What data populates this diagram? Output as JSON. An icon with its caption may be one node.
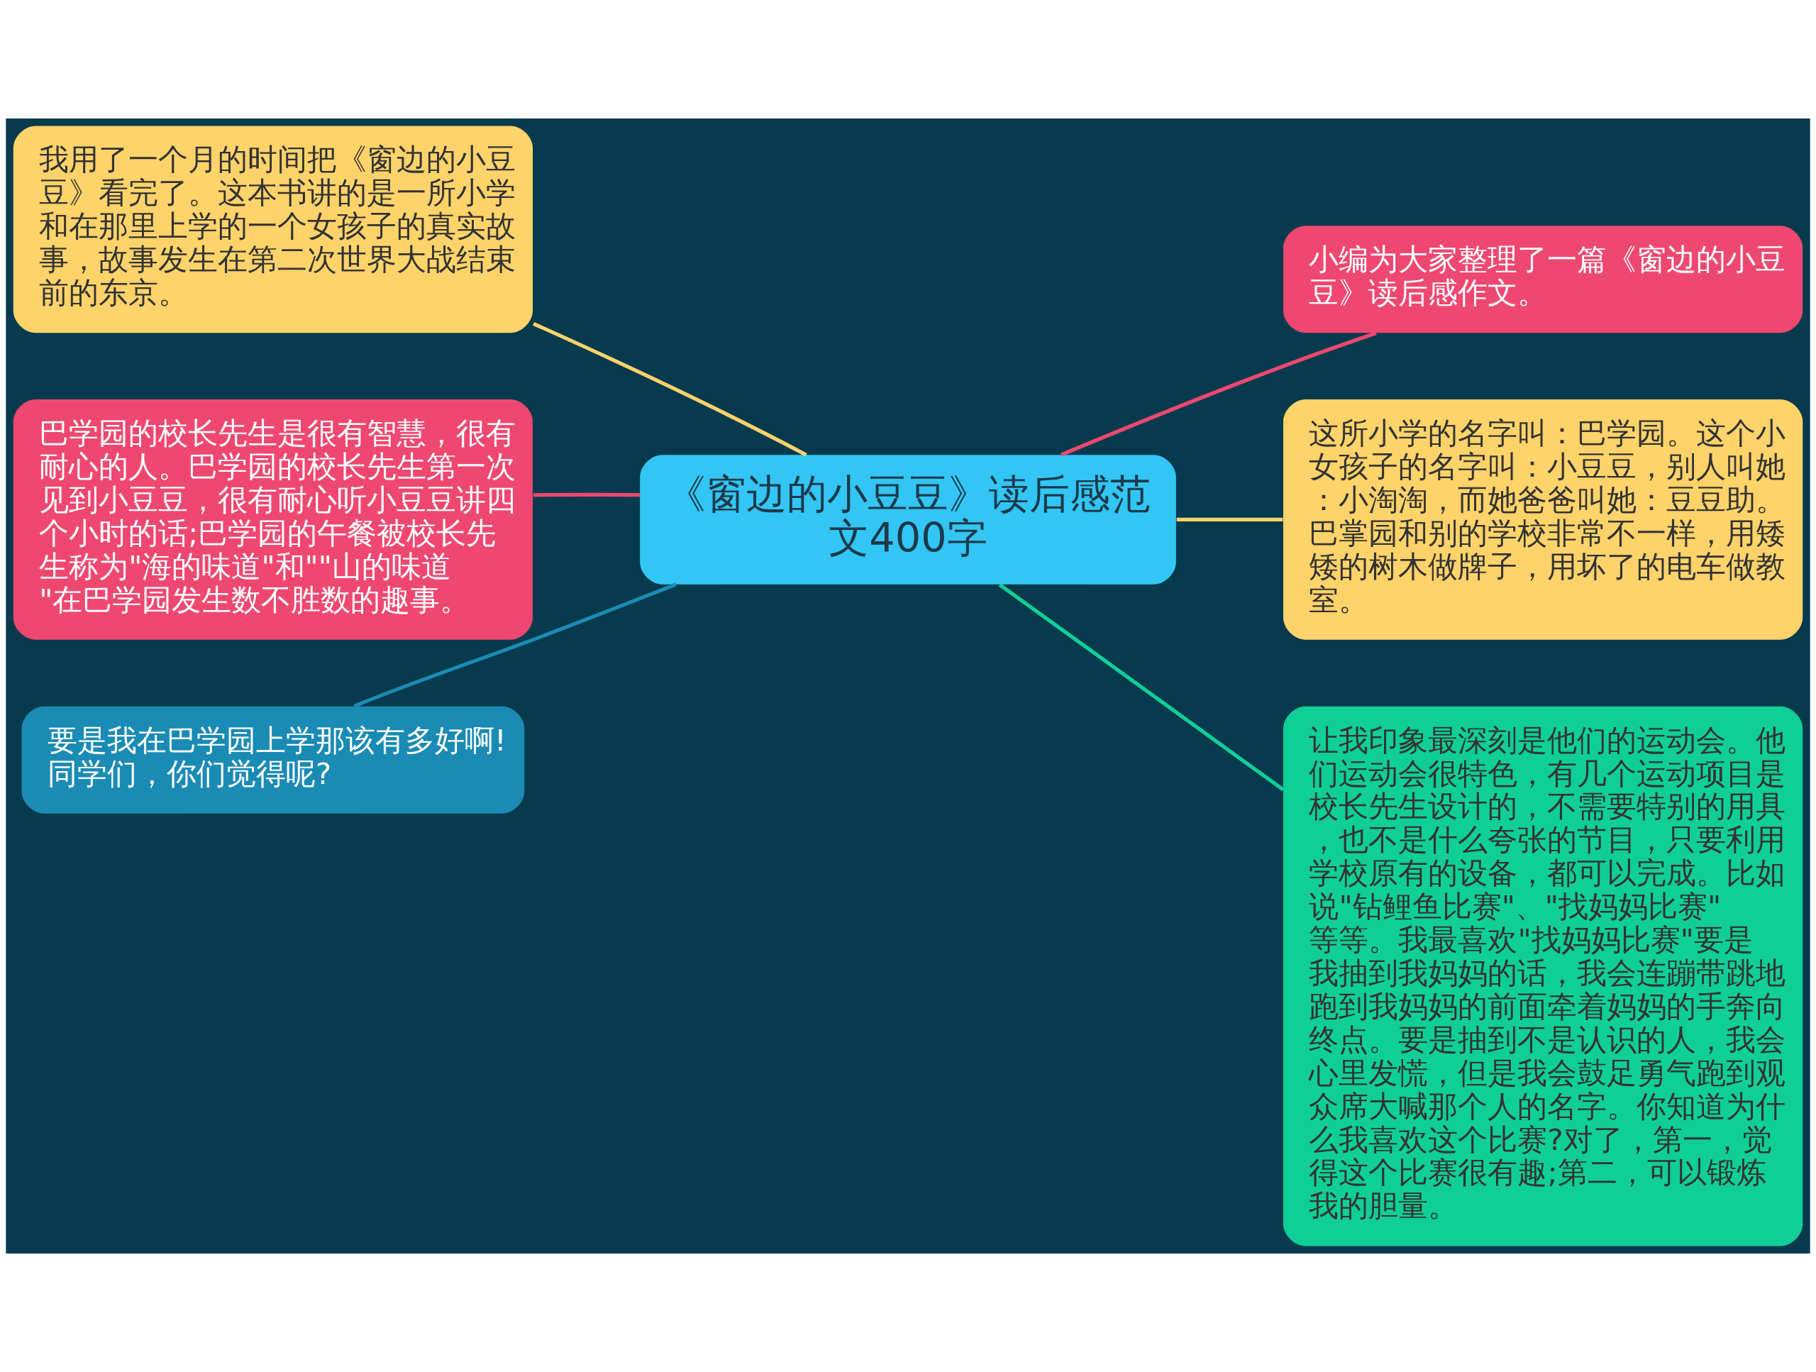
{
  "diagram": {
    "nodes": [
      {
        "text": [
          "《窗边的小豆豆》读后感范文400字"
        ]
      },
      {
        "text": [
          "我用了一个月的时间把《窗边的小豆豆》看完了。这本书讲的是一所小学和在那里上学的一个女孩子的真实故事，故事发生在第二次世界大战结束前的东京。"
        ]
      },
      {
        "text": [
          "巴学园的校长先生是很有智慧，很有耐心的人。巴学园的校长先生第一次见到小豆豆，很有耐心听小豆豆讲四个小时的话;巴学园的午餐被校长先生称为\"海的味道\"和\"\"山的味道\"在巴学园发生数不胜数的趣事。"
        ]
      },
      {
        "text": [
          "要是我在巴学园上学那该有多好啊!同学们，你们觉得呢?"
        ]
      },
      {
        "text": [
          "小编为大家整理了一篇《窗边的小豆豆》读后感作文。"
        ]
      },
      {
        "text": [
          "这所小学的名字叫：巴学园。这个小女孩子的名字叫：小豆豆，别人叫她：小淘淘，而她爸爸叫她：豆豆助。巴掌园和别的学校非常不一样，用矮矮的树木做牌子，用坏了的电车做教室。"
        ]
      },
      {
        "text": [
          "让我印象最深刻是他们的运动会。他们运动会很特色，有几个运动项目是校长先生设计的，不需要特别的用具，也不是什么夸张的节目，只要利用学校原有的设备，都可以完成。比如说\"钻鲤鱼比赛\"、\"找妈妈比赛\"等等。我最喜欢\"找妈妈比赛\"要是我抽到我妈妈的话，我会连蹦带跳地跑到我妈妈的前面牵着妈妈的手奔向终点。要是抽到不是认识的人，我会心里发慌，但是我会鼓足勇气跑到观众席大喊那个人的名字。你知道为什么我喜欢这个比赛?对了，第一，觉得这个比赛很有趣;第二，可以锻炼我的胆量。"
        ]
      }
    ],
    "edges": [
      {
        "from": 0,
        "to": 1,
        "arrow": "none",
        "color": "#fdd36a"
      },
      {
        "from": 0,
        "to": 2,
        "arrow": "none",
        "color": "#ef4870"
      },
      {
        "from": 0,
        "to": 3,
        "arrow": "none",
        "color": "#1a8bb5"
      },
      {
        "from": 0,
        "to": 4,
        "arrow": "none",
        "color": "#ef4870"
      },
      {
        "from": 0,
        "to": 5,
        "arrow": "none",
        "color": "#fdd36a"
      },
      {
        "from": 0,
        "to": 6,
        "arrow": "none",
        "color": "#0fcf96"
      }
    ]
  }
}
